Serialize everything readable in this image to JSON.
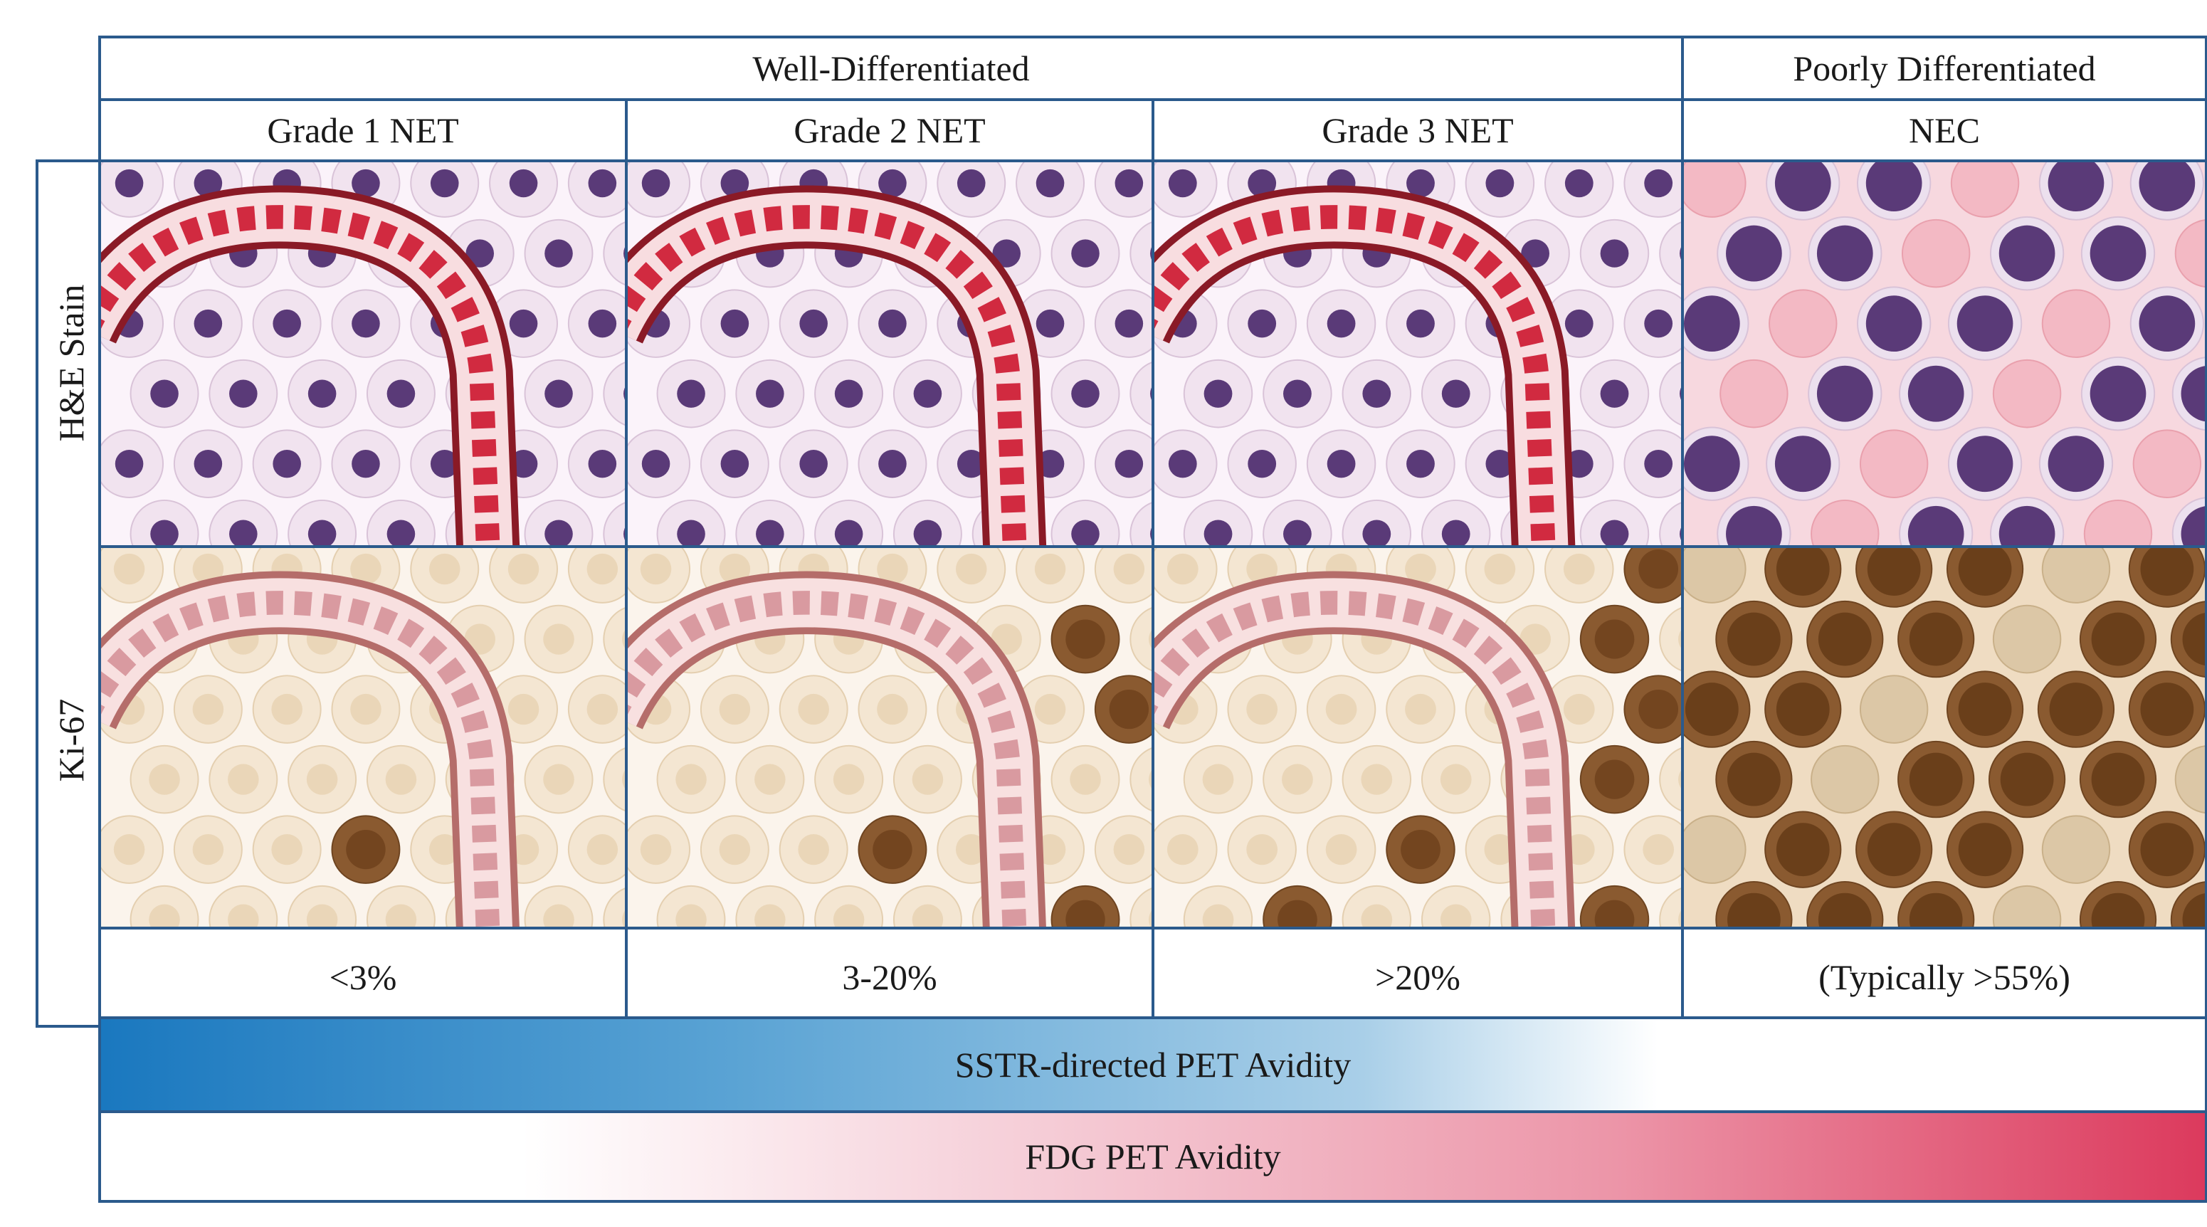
{
  "header": {
    "well_differentiated": "Well-Differentiated",
    "poorly_differentiated": "Poorly Differentiated",
    "columns": [
      "Grade 1 NET",
      "Grade 2 NET",
      "Grade 3 NET",
      "NEC"
    ]
  },
  "rows": {
    "he_stain": "H&E Stain",
    "ki67": "Ki-67"
  },
  "ki67_values": [
    "<3%",
    "3-20%",
    ">20%",
    "(Typically >55%)"
  ],
  "avidity": {
    "sstr": "SSTR-directed PET Avidity",
    "fdg": "FDG PET Avidity"
  },
  "colors": {
    "border": "#2b5a8c",
    "sstr_gradient_start": "#1a78bf",
    "fdg_gradient_end": "#dc3a5d",
    "he_nucleus": "#5a3a78",
    "he_cytoplasm": "#f2e4f0",
    "vessel_red": "#c8283c",
    "ki67_positive": "#7a4a22",
    "ki67_negative": "#efdcc0"
  }
}
